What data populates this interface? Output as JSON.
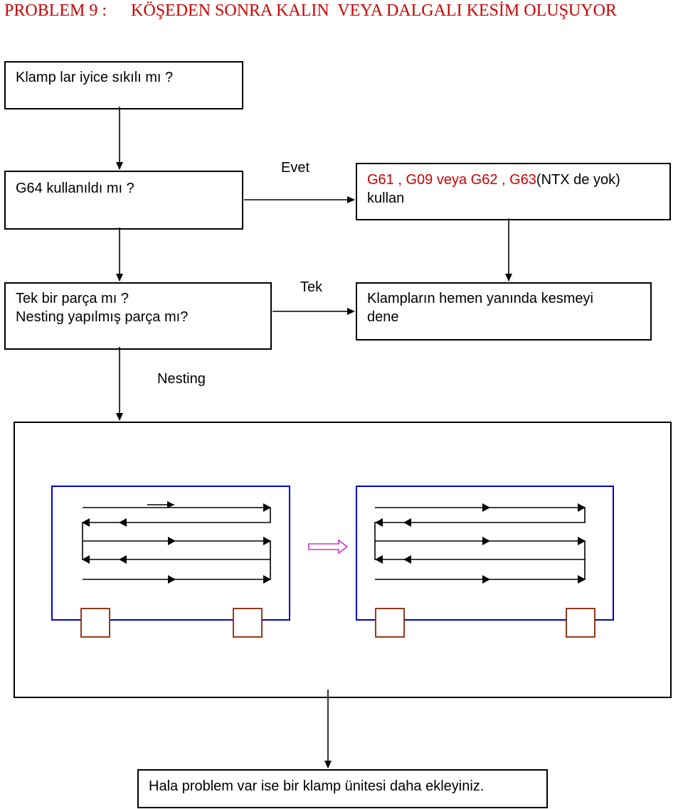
{
  "title": {
    "problem": "PROBLEM 9 :",
    "heading": "KÖŞEDEN SONRA KALIN  VEYA DALGALI KESİM OLUŞUYOR"
  },
  "steps": {
    "q1": "Klamp lar  iyice sıkılı mı ?",
    "q2": "G64 kullanıldı mı  ?",
    "a2_red": "G61 , G09 veya G62 , G63",
    "a2_black": "(NTX de yok)",
    "a2_line2": "kullan",
    "q3_line1": "Tek bir parça mı ?",
    "q3_line2": "Nesting yapılmış parça mı?",
    "a3_line1": "Klampların hemen yanında kesmeyi",
    "a3_line2": "dene",
    "final": "Hala problem var ise bir klamp ünitesi daha ekleyiniz."
  },
  "labels": {
    "evet": "Evet",
    "tek": "Tek",
    "nesting": "Nesting"
  },
  "colors": {
    "title": "#cc0000",
    "sheet_frame": "#0000cc",
    "clamp": "#8b2500",
    "transition_arrow": "#cc33cc"
  }
}
